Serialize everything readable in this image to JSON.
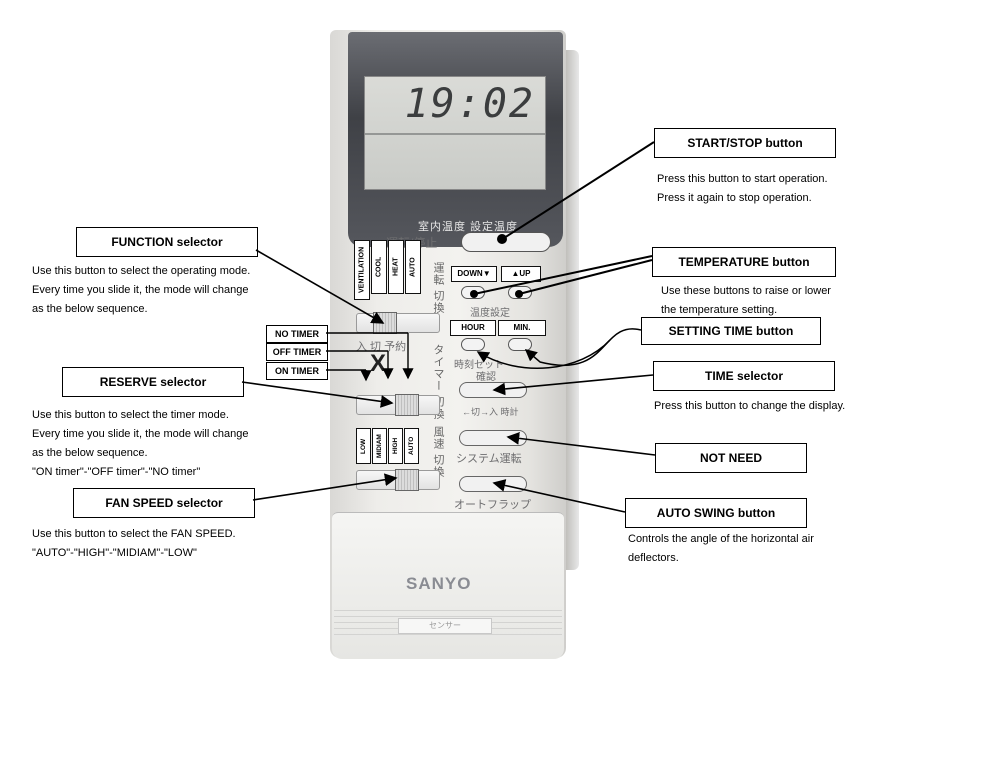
{
  "remote": {
    "lcd_time": "19:02",
    "lcd_caption": "室内温度  設定温度",
    "startstop_label": "運転/停止",
    "mode_switch_label": "運転 切換",
    "mode_labels": [
      "VENTILATION",
      "COOL",
      "HEAT",
      "AUTO"
    ],
    "temp_down_label": "DOWN▼",
    "temp_up_label": "▲UP",
    "temp_set_label": "温度設定",
    "timer_switch_label": "タイマー 切換",
    "timer_jp_label": "入 切 予約",
    "hour_label": "HOUR",
    "min_label": "MIN.",
    "time_set_label": "時刻セット",
    "time_set_sub": "確認",
    "time_switch_label": "←切→入 時計",
    "fan_switch_label": "風速 切換",
    "fan_labels": [
      "LOW",
      "MIDIAM",
      "HIGH",
      "AUTO"
    ],
    "system_label": "システム運転",
    "autoflap_label": "オートフラップ",
    "brand": "SANYO",
    "sensor_label": "センサー"
  },
  "callouts": {
    "start_stop": {
      "title": "START/STOP button",
      "desc": [
        "Press this button to start operation.",
        "Press it again to stop operation."
      ]
    },
    "function": {
      "title": "FUNCTION selector",
      "desc": [
        "Use this button to select the operating mode.",
        "Every time you slide it, the mode will change",
        "as the below sequence."
      ]
    },
    "temperature": {
      "title": "TEMPERATURE button",
      "desc": [
        "Use these buttons to raise or lower",
        "the temperature setting."
      ]
    },
    "setting_time": {
      "title": "SETTING TIME button"
    },
    "no_timer": "NO TIMER",
    "off_timer": "OFF TIMER",
    "on_timer": "ON TIMER",
    "reserve": {
      "title": "RESERVE selector",
      "desc": [
        "Use this button to select the timer mode.",
        "Every time you slide it, the mode will change",
        "as the below sequence.",
        "\"ON timer\"-\"OFF timer\"-\"NO timer\""
      ]
    },
    "time_selector": {
      "title": "TIME selector",
      "desc": [
        "Press this button to change the display."
      ]
    },
    "not_need": {
      "title": "NOT NEED"
    },
    "fan_speed": {
      "title": "FAN SPEED selector",
      "desc": [
        "Use this button to select the FAN SPEED.",
        "\"AUTO\"-\"HIGH\"-\"MIDIAM\"-\"LOW\""
      ]
    },
    "auto_swing": {
      "title": "AUTO SWING button",
      "desc": [
        "Controls the angle of the horizontal air",
        "deflectors."
      ]
    }
  }
}
